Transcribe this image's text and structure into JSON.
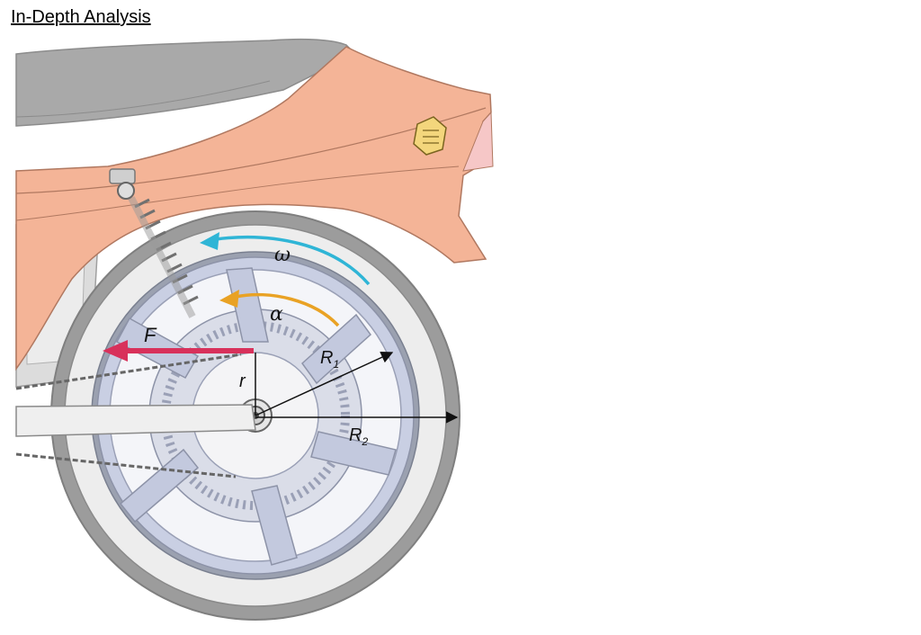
{
  "page": {
    "title": "In-Depth Analysis"
  },
  "diagram": {
    "labels": {
      "omega": "ω",
      "alpha": "α",
      "force": "F",
      "lever_arm": "r",
      "radius_1": "R",
      "radius_1_sub": "1",
      "radius_2": "R",
      "radius_2_sub": "2"
    },
    "colors": {
      "body": "#f4b497",
      "seat": "#a9a9a9",
      "tire": "#9c9c9c",
      "rim": "#c9cfe3",
      "force_arrow": "#d8315b",
      "alpha_arrow": "#e9a224",
      "omega_arrow": "#2fb5d6",
      "reflector": "#f3d67c"
    },
    "icons": [
      "motorcycle-rear-wheel",
      "shock-absorber",
      "brake-disc",
      "reflector-icon"
    ]
  }
}
